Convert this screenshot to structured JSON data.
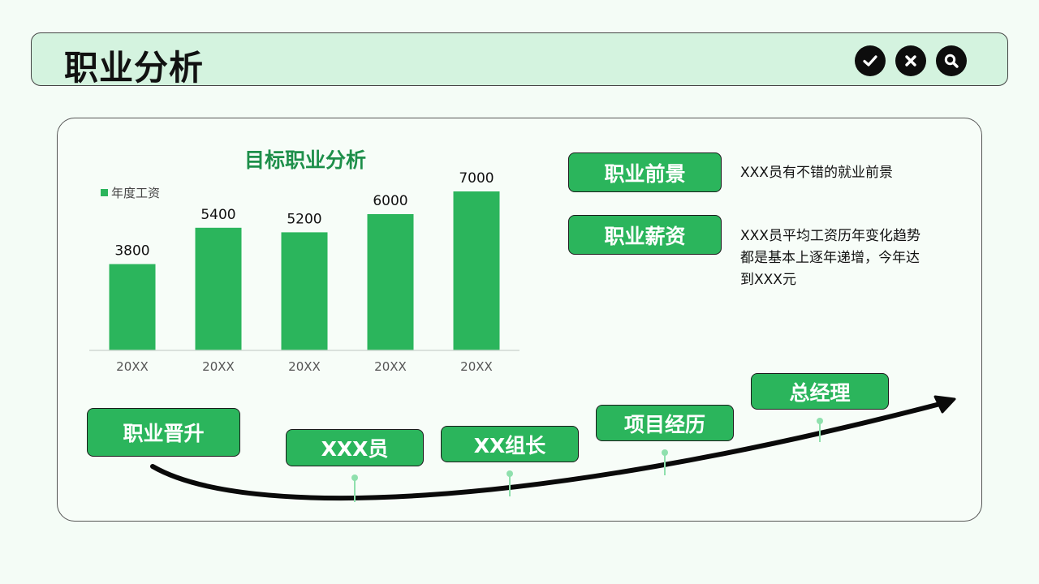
{
  "header": {
    "title": "职业分析",
    "icons": [
      "check-icon",
      "close-icon",
      "search-icon"
    ]
  },
  "chart_data": {
    "type": "bar",
    "title": "目标职业分析",
    "categories": [
      "20XX",
      "20XX",
      "20XX",
      "20XX",
      "20XX"
    ],
    "series": [
      {
        "name": "年度工资",
        "values": [
          3800,
          5400,
          5200,
          6000,
          7000
        ]
      }
    ],
    "ylim": [
      0,
      7500
    ],
    "legend": "top-left",
    "grid": false,
    "color": "#2bb55c"
  },
  "info": [
    {
      "label": "职业前景",
      "text": "XXX员有不错的就业前景"
    },
    {
      "label": "职业薪资",
      "lines": [
        "XXX员平均工资历年变化趋势",
        "都是基本上逐年递增，今年达",
        "到XXX元"
      ]
    }
  ],
  "career_path": {
    "label": "职业晋升",
    "steps": [
      "XXX员",
      "XX组长",
      "项目经历",
      "总经理"
    ]
  },
  "colors": {
    "accent": "#2bb55c",
    "header_bg": "#d4f3df",
    "title_green": "#1e8f4a"
  }
}
